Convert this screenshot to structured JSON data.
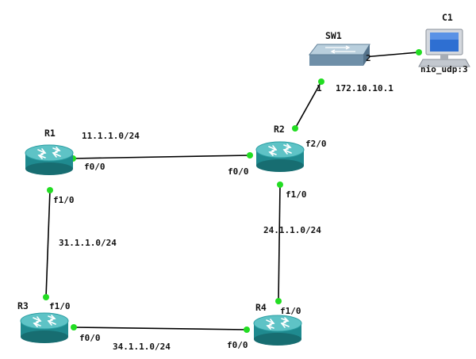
{
  "devices": {
    "r1": {
      "label": "R1"
    },
    "r2": {
      "label": "R2"
    },
    "r3": {
      "label": "R3"
    },
    "r4": {
      "label": "R4"
    },
    "sw1": {
      "label": "SW1"
    },
    "c1": {
      "label": "C1",
      "sublabel": "nio_udp:3"
    }
  },
  "networks": {
    "r1_r2": "11.1.1.0/24",
    "r2_r4": "24.1.1.0/24",
    "r1_r3": "31.1.1.0/24",
    "r3_r4": "34.1.1.0/24",
    "sw1_lan": "172.10.10.1"
  },
  "ports": {
    "r1_f0_0": "f0/0",
    "r1_f1_0": "f1/0",
    "r2_f0_0": "f0/0",
    "r2_f1_0": "f1/0",
    "r2_f2_0": "f2/0",
    "r3_f1_0": "f1/0",
    "r3_f0_0": "f0/0",
    "r4_f1_0": "f1/0",
    "r4_f0_0": "f0/0",
    "sw1_p1": "1",
    "sw1_p2": "2"
  },
  "colors": {
    "link": "#000000",
    "port_dot": "#22dd22",
    "router_body": "#1f8a8f",
    "router_top": "#5ec3c6",
    "switch_body": "#6f8fa8",
    "switch_top": "#b9cfdd"
  },
  "icons": {
    "router": "router-icon",
    "switch": "switch-icon",
    "host": "computer-icon"
  }
}
